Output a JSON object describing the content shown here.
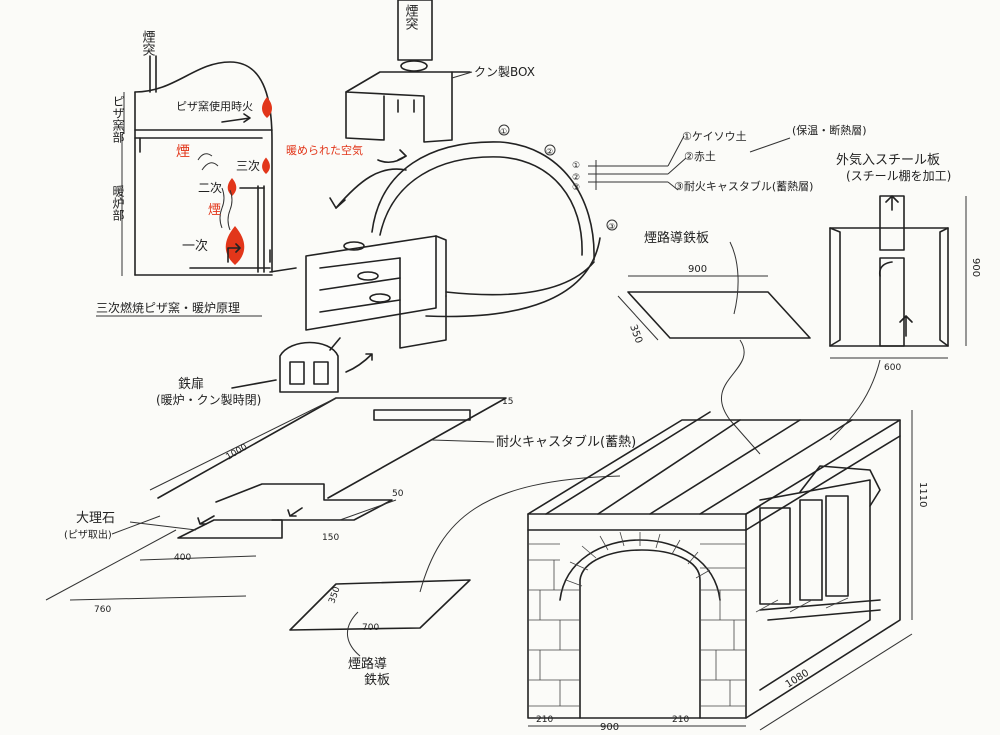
{
  "principle_sketch": {
    "chimney": "煙突",
    "pizza_section": "ピザ窯部",
    "stove_section": "暖炉部",
    "pizza_fire": "ピザ窯使用時火",
    "smoke": "煙",
    "tertiary": "三次",
    "secondary": "二次",
    "secondary_smoke": "煙",
    "primary": "一次",
    "warmed_air": "暖められた空気",
    "caption": "三次燃焼ピザ窯・暖炉原理"
  },
  "top_assembly": {
    "chimney": "煙突",
    "smoke_box": "クン製BOX",
    "layer_1": "①ケイソウ土",
    "layer_2": "②赤土",
    "layer_3": "③耐火キャスタブル(蓄熱層)",
    "insulation": "(保温・断熱層)",
    "marker_1": "①",
    "marker_2": "②",
    "marker_3": "③",
    "iron_door": "鉄扉",
    "iron_door_note": "(暖炉・クン製時閉)"
  },
  "steel_plate_top": {
    "title": "煙路導鉄板",
    "width": "900",
    "depth": "350"
  },
  "vent_panel": {
    "title": "外気入スチール板",
    "note": "(スチール棚を加工)",
    "height": "900",
    "width": "600"
  },
  "hearth_slab": {
    "slab_label": "耐火キャスタブル(蓄熱)",
    "dim_1000": "1000",
    "dim_15": "15",
    "dim_50": "50",
    "dim_150": "150",
    "dim_400": "400",
    "dim_760": "760",
    "marble": "大理石",
    "marble_note": "(ピザ取出)"
  },
  "steel_plate_bottom": {
    "title": "煙路導鉄板",
    "width": "700",
    "depth": "350"
  },
  "brick_base": {
    "height": "1110",
    "length": "1080",
    "left_wall": "210",
    "opening": "900",
    "right_wall": "210"
  }
}
